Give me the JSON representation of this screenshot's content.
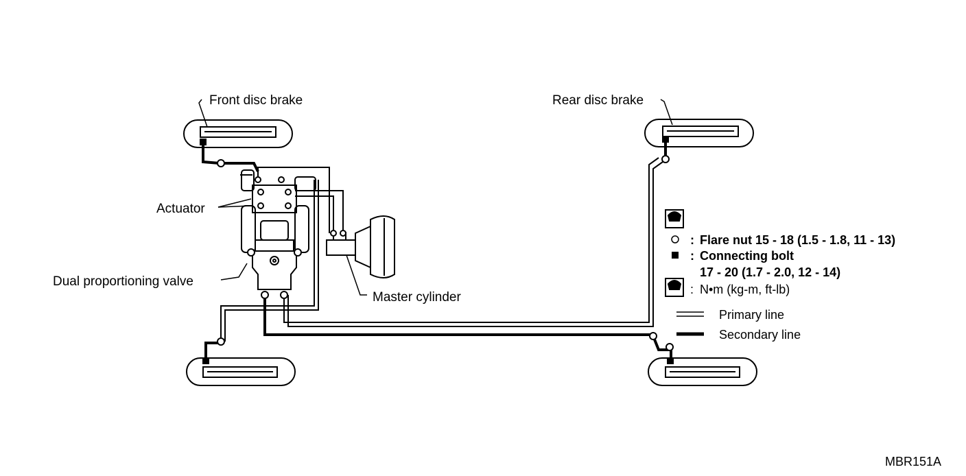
{
  "labels": {
    "front_disc_brake": "Front disc brake",
    "rear_disc_brake": "Rear disc brake",
    "actuator": "Actuator",
    "dual_proportioning_valve": "Dual proportioning valve",
    "master_cylinder": "Master cylinder"
  },
  "legend": {
    "flare_nut_symbol": ":",
    "flare_nut": "Flare nut 15 - 18 (1.5 - 1.8, 11 - 13)",
    "connecting_bolt_symbol": ":",
    "connecting_bolt": "Connecting bolt",
    "connecting_bolt_values": "17 - 20 (1.7 - 2.0, 12 - 14)",
    "unit_symbol": ":",
    "unit": "N•m (kg-m, ft-lb)",
    "primary_line": "Primary line",
    "secondary_line": "Secondary line"
  },
  "figure_id": "MBR151A"
}
